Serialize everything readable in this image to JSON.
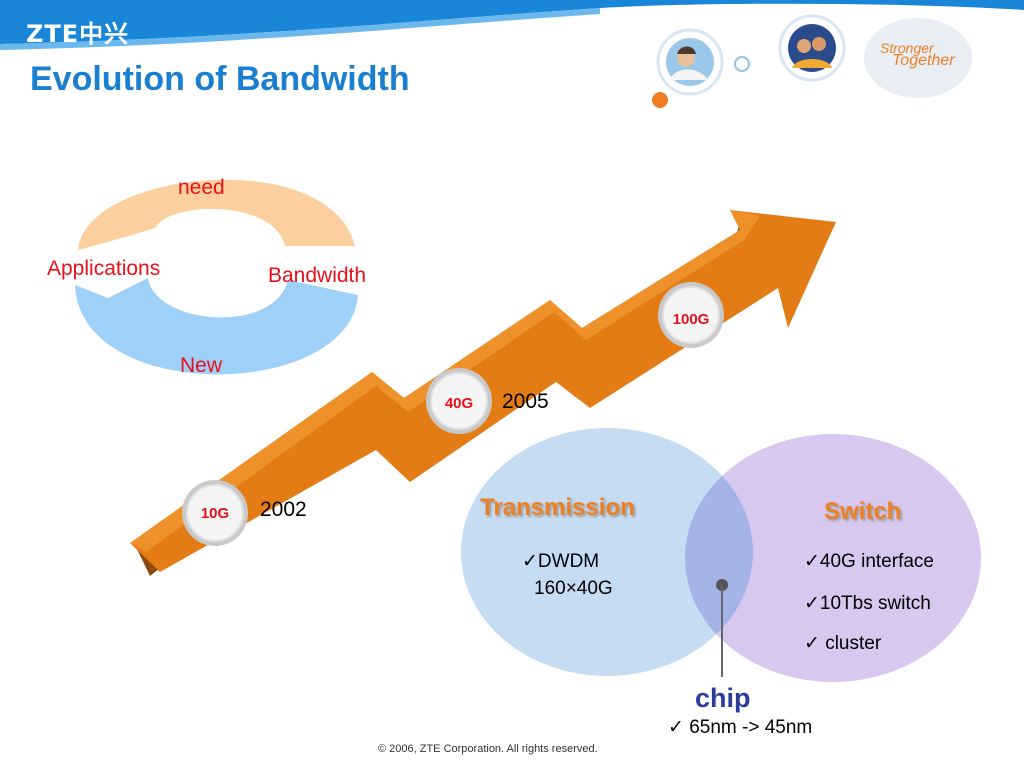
{
  "header": {
    "logo": "ZTE中兴",
    "title": "Evolution of Bandwidth",
    "slogan_line1": "Stronger",
    "slogan_line2": "Together"
  },
  "cycle": {
    "top": "need",
    "left": "Applications",
    "right": "Bandwidth",
    "bottom": "New"
  },
  "milestones": [
    {
      "label": "10G",
      "year": "2002"
    },
    {
      "label": "40G",
      "year": "2005"
    },
    {
      "label": "100G",
      "year": ""
    }
  ],
  "venn": {
    "left_title": "Transmission",
    "left_items": [
      "✓DWDM",
      "160×40G"
    ],
    "right_title": "Switch",
    "right_items": [
      "✓40G interface",
      "✓10Tbs switch",
      "✓ cluster"
    ]
  },
  "chip": {
    "title": "chip",
    "item": "✓ 65nm -> 45nm"
  },
  "footer": {
    "copyright": "© 2006, ZTE  Corporation. All  rights  reserved."
  },
  "colors": {
    "brand_blue": "#1b7fd1",
    "accent_orange": "#ee7f22",
    "label_red": "#e8101a",
    "peach": "#fbcf9e",
    "light_blue": "#9fd0f7",
    "venn_left": "#c6dcf2",
    "venn_right": "#d8c7ee",
    "venn_overlap": "#a6b3e6"
  }
}
